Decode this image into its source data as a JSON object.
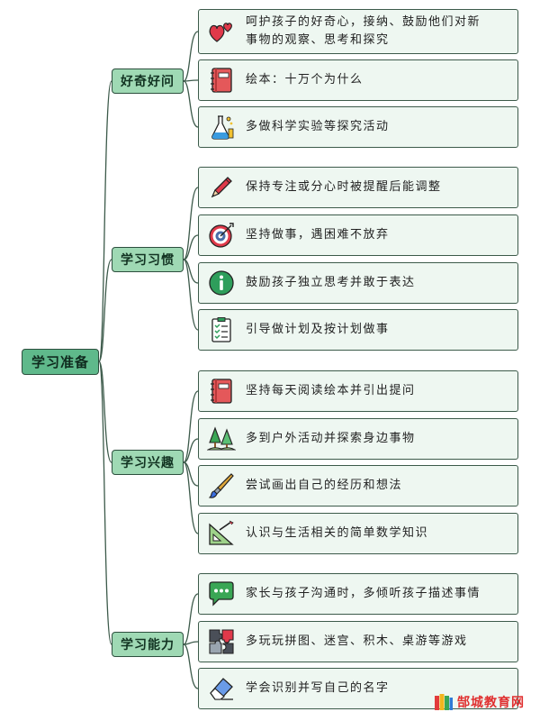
{
  "root": {
    "label": "学习准备"
  },
  "categories": [
    {
      "label": "好奇好问",
      "items": [
        {
          "icon": "hearts-icon",
          "lines": [
            "呵护孩子的好奇心，接纳、鼓励他们对新",
            "事物的观察、思考和探究"
          ]
        },
        {
          "icon": "notebook-icon",
          "lines": [
            "绘本：十万个为什么"
          ]
        },
        {
          "icon": "flask-icon",
          "lines": [
            "多做科学实验等探究活动"
          ]
        }
      ]
    },
    {
      "label": "学习习惯",
      "items": [
        {
          "icon": "pencil-icon",
          "lines": [
            "保持专注或分心时被提醒后能调整"
          ]
        },
        {
          "icon": "target-icon",
          "lines": [
            "坚持做事，遇困难不放弃"
          ]
        },
        {
          "icon": "info-icon",
          "lines": [
            "鼓励孩子独立思考并敢于表达"
          ]
        },
        {
          "icon": "checklist-icon",
          "lines": [
            "引导做计划及按计划做事"
          ]
        }
      ]
    },
    {
      "label": "学习兴趣",
      "items": [
        {
          "icon": "notebook-icon",
          "lines": [
            "坚持每天阅读绘本并引出提问"
          ]
        },
        {
          "icon": "trees-icon",
          "lines": [
            "多到户外活动并探索身边事物"
          ]
        },
        {
          "icon": "paintbrush-icon",
          "lines": [
            "尝试画出自己的经历和想法"
          ]
        },
        {
          "icon": "geometry-icon",
          "lines": [
            "认识与生活相关的简单数学知识"
          ]
        }
      ]
    },
    {
      "label": "学习能力",
      "items": [
        {
          "icon": "chat-icon",
          "lines": [
            "家长与孩子沟通时，多倾听孩子描述事情"
          ]
        },
        {
          "icon": "puzzle-icon",
          "lines": [
            "多玩玩拼图、迷宫、积木、桌游等游戏"
          ]
        },
        {
          "icon": "eraser-icon",
          "lines": [
            "学会识别并写自己的名字"
          ]
        }
      ]
    }
  ],
  "watermark": {
    "text": "郜城教育网"
  },
  "colors": {
    "root_fill": "#5fb98b",
    "category_fill": "#9fd9b4",
    "leaf_fill": "#eef7f1",
    "line": "#3c5a4a",
    "watermark": "#e03030"
  }
}
